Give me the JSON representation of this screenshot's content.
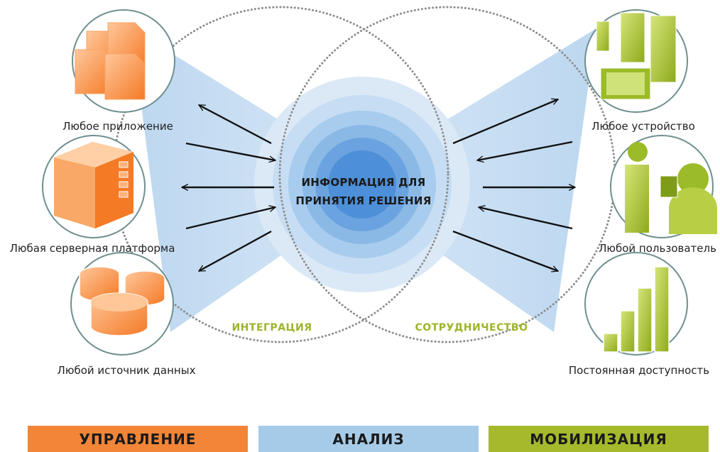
{
  "center": {
    "line1": "ИНФОРМАЦИЯ ДЛЯ",
    "line2": "ПРИНЯТИЯ РЕШЕНИЯ"
  },
  "left_items": [
    {
      "label": "Любое приложение",
      "icon": "documents-icon"
    },
    {
      "label": "Любая серверная платформа",
      "icon": "server-icon"
    },
    {
      "label": "Любой источник данных",
      "icon": "database-icon"
    }
  ],
  "right_items": [
    {
      "label": "Любое устройство",
      "icon": "devices-icon"
    },
    {
      "label": "Любой пользователь",
      "icon": "users-icon"
    },
    {
      "label": "Постоянная доступность",
      "icon": "bar-chart-icon"
    }
  ],
  "middle": {
    "integration": "ИНТЕГРАЦИЯ",
    "collaboration": "СОТРУДНИЧЕСТВО"
  },
  "bars": {
    "manage": "УПРАВЛЕНИЕ",
    "analysis": "АНАЛИЗ",
    "mobilization": "МОБИЛИЗАЦИЯ"
  },
  "colors": {
    "orange": "#f28537",
    "blue": "#a6cbe8",
    "green": "#a6b92c",
    "core_blue": "#3e82d4",
    "text_green": "#9bb52a"
  }
}
